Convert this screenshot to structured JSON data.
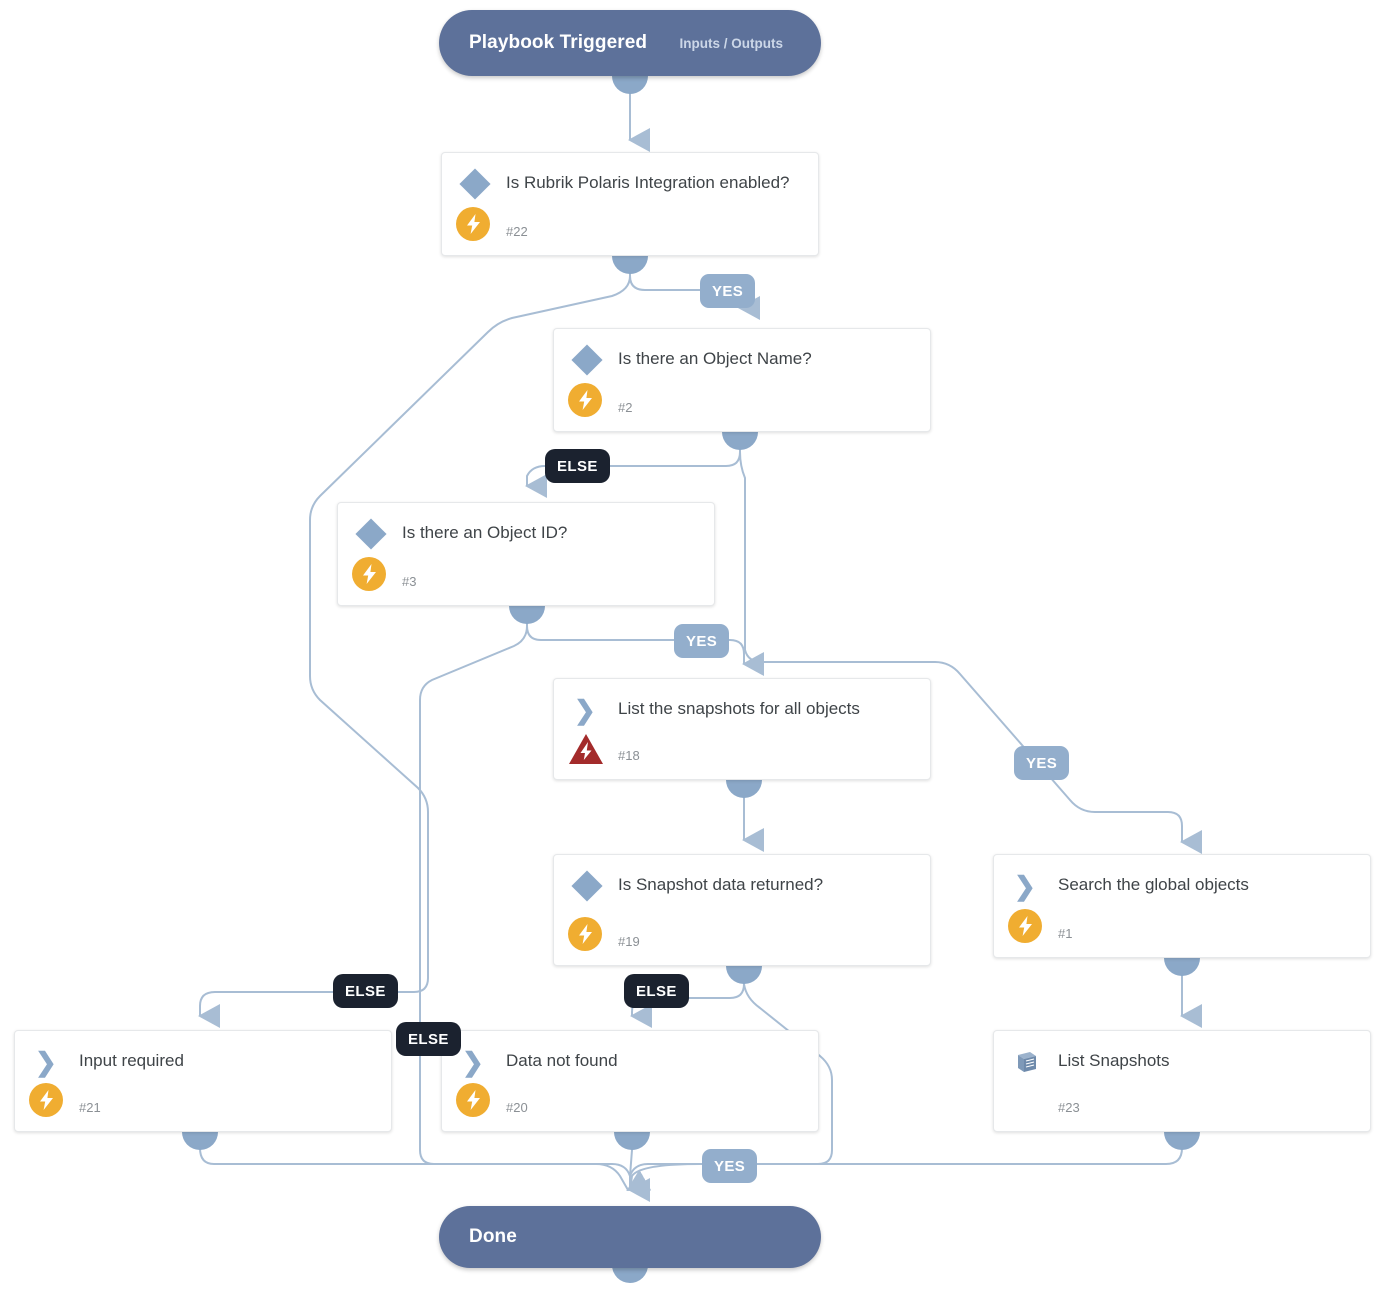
{
  "diagram": {
    "type": "playbook-flowchart",
    "background": "#ffffff",
    "edge_color": "#a8bdd4",
    "terminal_color": "#5d719a",
    "yes_label_color": "#93aecc",
    "else_label_color": "#1b222f",
    "bolt_badge_color": "#f0ad31",
    "warn_badge_color": "#a32b2b",
    "node_icon_color": "#8ba8c8"
  },
  "start": {
    "title": "Playbook Triggered",
    "meta": "Inputs / Outputs"
  },
  "end": {
    "title": "Done"
  },
  "nodes": [
    {
      "id": "n22",
      "title": "Is Rubrik Polaris Integration enabled?",
      "ref": "#22",
      "icon": "diamond-icon",
      "badge": "bolt-badge"
    },
    {
      "id": "n2",
      "title": "Is there an Object Name?",
      "ref": "#2",
      "icon": "diamond-icon",
      "badge": "bolt-badge"
    },
    {
      "id": "n3",
      "title": "Is there an Object ID?",
      "ref": "#3",
      "icon": "diamond-icon",
      "badge": "bolt-badge"
    },
    {
      "id": "n18",
      "title": "List the snapshots for all objects",
      "ref": "#18",
      "icon": "chevron-icon",
      "badge": "warning-badge"
    },
    {
      "id": "n19",
      "title": "Is Snapshot data returned?",
      "ref": "#19",
      "icon": "diamond-icon",
      "badge": "bolt-badge"
    },
    {
      "id": "n1",
      "title": "Search the global objects",
      "ref": "#1",
      "icon": "chevron-icon",
      "badge": "bolt-badge"
    },
    {
      "id": "n21",
      "title": "Input required",
      "ref": "#21",
      "icon": "chevron-icon",
      "badge": "bolt-badge"
    },
    {
      "id": "n20",
      "title": "Data not found",
      "ref": "#20",
      "icon": "chevron-icon",
      "badge": "bolt-badge"
    },
    {
      "id": "n23",
      "title": "List Snapshots",
      "ref": "#23",
      "icon": "book-icon",
      "badge": "none"
    }
  ],
  "edge_labels": [
    {
      "id": "l1",
      "text": "YES",
      "from": "n22",
      "to": "n2"
    },
    {
      "id": "l2",
      "text": "ELSE",
      "from": "n2",
      "to": "n3"
    },
    {
      "id": "l3",
      "text": "YES",
      "from": "n3",
      "to": "n18"
    },
    {
      "id": "l4",
      "text": "YES",
      "from": "n2",
      "to": "n1"
    },
    {
      "id": "l5",
      "text": "ELSE",
      "from": "n22",
      "to": "n21"
    },
    {
      "id": "l6",
      "text": "ELSE",
      "from": "n3",
      "to": "n20"
    },
    {
      "id": "l7",
      "text": "ELSE",
      "from": "n19",
      "to": "n20"
    },
    {
      "id": "l8",
      "text": "YES",
      "from": "n19",
      "to": "end"
    }
  ]
}
